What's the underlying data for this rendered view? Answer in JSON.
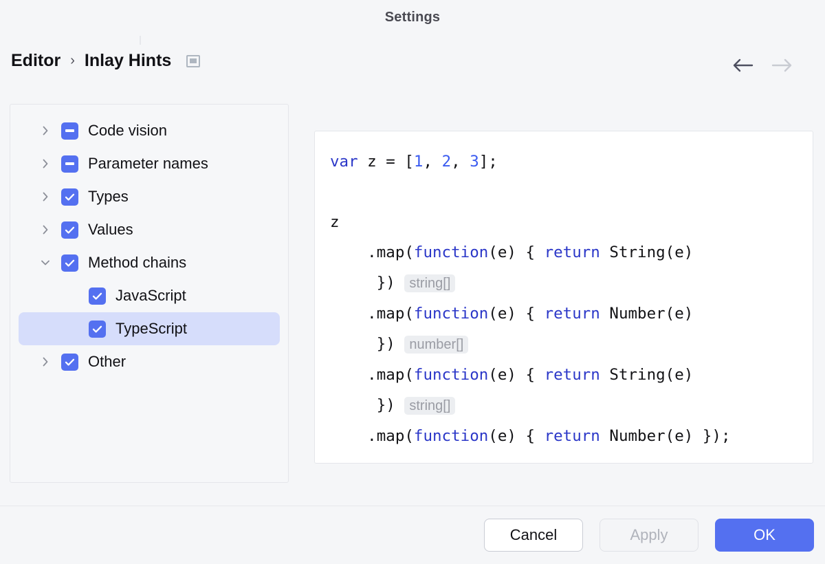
{
  "window": {
    "title": "Settings"
  },
  "header": {
    "breadcrumb": [
      "Editor",
      "Inlay Hints"
    ],
    "separator": "›",
    "panel_toggle_icon": "panel-layout-icon",
    "back_arrow_icon": "arrow-left-icon",
    "forward_arrow_icon": "arrow-right-icon",
    "back_enabled": true,
    "forward_enabled": false
  },
  "tree": {
    "items": [
      {
        "label": "Code vision",
        "check": "indeterminate",
        "twisty": "collapsed",
        "depth": 0,
        "selected": false
      },
      {
        "label": "Parameter names",
        "check": "indeterminate",
        "twisty": "collapsed",
        "depth": 0,
        "selected": false
      },
      {
        "label": "Types",
        "check": "checked",
        "twisty": "collapsed",
        "depth": 0,
        "selected": false
      },
      {
        "label": "Values",
        "check": "checked",
        "twisty": "collapsed",
        "depth": 0,
        "selected": false
      },
      {
        "label": "Method chains",
        "check": "checked",
        "twisty": "expanded",
        "depth": 0,
        "selected": false
      },
      {
        "label": "JavaScript",
        "check": "checked",
        "twisty": "none",
        "depth": 1,
        "selected": false
      },
      {
        "label": "TypeScript",
        "check": "checked",
        "twisty": "none",
        "depth": 1,
        "selected": true
      },
      {
        "label": "Other",
        "check": "checked",
        "twisty": "collapsed",
        "depth": 0,
        "selected": false
      }
    ]
  },
  "preview": {
    "lines": [
      [
        {
          "t": "var",
          "c": "kw"
        },
        {
          "t": " z = [",
          "c": "plain"
        },
        {
          "t": "1",
          "c": "num"
        },
        {
          "t": ", ",
          "c": "plain"
        },
        {
          "t": "2",
          "c": "num"
        },
        {
          "t": ", ",
          "c": "plain"
        },
        {
          "t": "3",
          "c": "num"
        },
        {
          "t": "];",
          "c": "plain"
        }
      ],
      [],
      [
        {
          "t": "z",
          "c": "plain"
        }
      ],
      [
        {
          "t": "    .map(",
          "c": "plain"
        },
        {
          "t": "function",
          "c": "kw"
        },
        {
          "t": "(e) { ",
          "c": "plain"
        },
        {
          "t": "return",
          "c": "kw"
        },
        {
          "t": " String(e)",
          "c": "plain"
        }
      ],
      [
        {
          "t": "     }) ",
          "c": "plain"
        },
        {
          "t": "string[]",
          "c": "hint"
        }
      ],
      [
        {
          "t": "    .map(",
          "c": "plain"
        },
        {
          "t": "function",
          "c": "kw"
        },
        {
          "t": "(e) { ",
          "c": "plain"
        },
        {
          "t": "return",
          "c": "kw"
        },
        {
          "t": " Number(e)",
          "c": "plain"
        }
      ],
      [
        {
          "t": "     }) ",
          "c": "plain"
        },
        {
          "t": "number[]",
          "c": "hint"
        }
      ],
      [
        {
          "t": "    .map(",
          "c": "plain"
        },
        {
          "t": "function",
          "c": "kw"
        },
        {
          "t": "(e) { ",
          "c": "plain"
        },
        {
          "t": "return",
          "c": "kw"
        },
        {
          "t": " String(e)",
          "c": "plain"
        }
      ],
      [
        {
          "t": "     }) ",
          "c": "plain"
        },
        {
          "t": "string[]",
          "c": "hint"
        }
      ],
      [
        {
          "t": "    .map(",
          "c": "plain"
        },
        {
          "t": "function",
          "c": "kw"
        },
        {
          "t": "(e) { ",
          "c": "plain"
        },
        {
          "t": "return",
          "c": "kw"
        },
        {
          "t": " Number(e) });",
          "c": "plain"
        }
      ]
    ]
  },
  "footer": {
    "cancel_label": "Cancel",
    "apply_label": "Apply",
    "apply_enabled": false,
    "ok_label": "OK"
  },
  "colors": {
    "accent": "#5470f0",
    "selection": "#d6ddfb",
    "keyword": "#2b37c8",
    "number": "#3a5bf0",
    "hint_bg": "#eceef1",
    "hint_fg": "#9a9ca4",
    "panel_bg": "#f6f7f9",
    "window_bg": "#f5f6f8"
  }
}
